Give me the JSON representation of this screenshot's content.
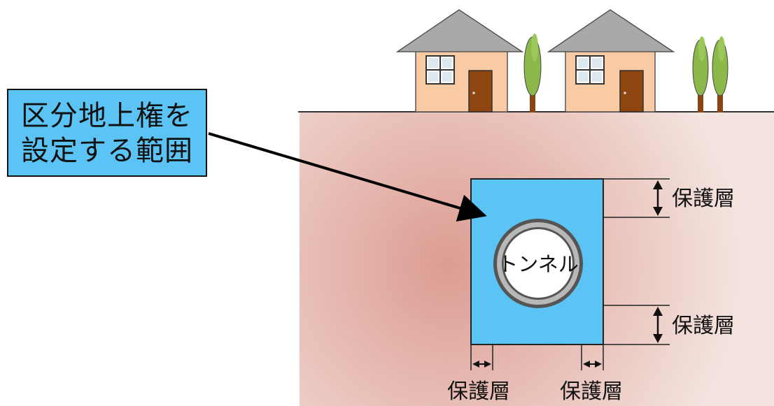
{
  "callout": {
    "line1": "区分地上権を",
    "line2": "設定する範囲"
  },
  "tunnel_label": "トンネル",
  "protective_layer": {
    "top": "保護層",
    "bottom": "保護層",
    "left": "保護層",
    "right": "保護層"
  },
  "colors": {
    "ground": "#eccdc6",
    "ground_center": "#e2aaa0",
    "zone": "#5bc4f5",
    "roof": "#a9a9a9",
    "wall": "#f9cba4",
    "door": "#8f4510",
    "tree": "#8cb84a",
    "trunk": "#8b4513"
  }
}
